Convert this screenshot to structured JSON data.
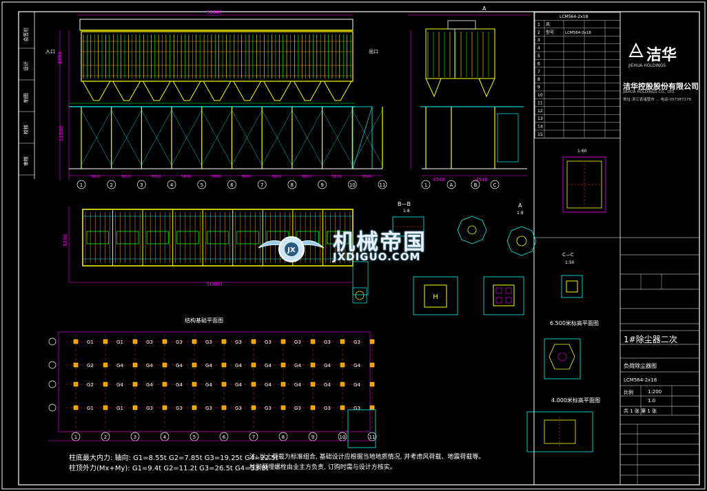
{
  "watermark": {
    "title": "机械帝国",
    "subtitle": "JXDIGUO.COM"
  },
  "company": {
    "logo_text": "洁华",
    "logo_sub": "JIEHUA HOLDINGS",
    "name": "洁华控股股份有限公司",
    "name_en": "JIEHUA HOLDINGS CO., LTD.",
    "address": "地址:浙江省诸暨市 ... 电话:057387278"
  },
  "parts_table": {
    "header": "LCM564-2x18",
    "rows": [
      {
        "no": "1",
        "name": "风",
        "spec": "",
        "qty": ""
      },
      {
        "no": "2",
        "name": "型号",
        "spec": "LCM564-2x18",
        "qty": ""
      },
      {
        "no": "3",
        "name": "",
        "spec": "",
        "qty": ""
      },
      {
        "no": "4",
        "name": "",
        "spec": "",
        "qty": ""
      },
      {
        "no": "5",
        "name": "",
        "spec": "",
        "qty": ""
      },
      {
        "no": "6",
        "name": "",
        "spec": "",
        "qty": ""
      },
      {
        "no": "7",
        "name": "",
        "spec": "",
        "qty": ""
      },
      {
        "no": "8",
        "name": "",
        "spec": "",
        "qty": ""
      },
      {
        "no": "9",
        "name": "",
        "spec": "",
        "qty": ""
      },
      {
        "no": "10",
        "name": "",
        "spec": "",
        "qty": ""
      },
      {
        "no": "11",
        "name": "",
        "spec": "",
        "qty": ""
      },
      {
        "no": "12",
        "name": "",
        "spec": "",
        "qty": ""
      },
      {
        "no": "13",
        "name": "",
        "spec": "",
        "qty": ""
      },
      {
        "no": "14",
        "name": "",
        "spec": "",
        "qty": ""
      },
      {
        "no": "15",
        "name": "",
        "spec": "",
        "qty": ""
      }
    ]
  },
  "title_block": {
    "project": "1#除尘器二次",
    "drawing_name": "负荷除尘器图",
    "drawing_no": "LCM564-2x18",
    "scale_label": "比例",
    "scale": "1:200",
    "weight": "1.0",
    "sheet": "共 1 张 第 1 张"
  },
  "view_labels": {
    "section_bb": "B—B",
    "section_bb_scale": "1:8",
    "section_a": "A",
    "section_a_scale": "1:8",
    "section_cc": "C—C",
    "section_cc_scale": "1:50",
    "detail_scale_60": "1:60",
    "foundation_plan": "结构基础平面图",
    "level_6500": "6.500米标高平面图",
    "level_4000": "4.000米标高平面图",
    "side_view_label": "A",
    "arrow_label_1": "入口",
    "arrow_label_2": "出口"
  },
  "axis_numbers": [
    "1",
    "2",
    "3",
    "4",
    "5",
    "6",
    "7",
    "8",
    "9",
    "10",
    "11"
  ],
  "axis_letters_right": [
    "A",
    "B",
    "C"
  ],
  "foundation_labels": [
    "G1",
    "G2",
    "G3",
    "G4"
  ],
  "dimensions": {
    "bay": "5600",
    "total_length": "50800",
    "height_top": "8950",
    "height_bottom": "11500",
    "right_side_1": "4540",
    "right_side_2": "4540",
    "width": "5230"
  },
  "notes": {
    "line1": "柱底最大内力: 轴向: G1=8.55t G2=7.85t G3=19.25t G4=22.5t",
    "line2": "柱顶外力(Mx+My): G1=9.4t G2=11.2t G3=26.5t G4=33.8t",
    "line3": "注: 以上荷载为标准组合, 基础设计应根据当地地质情况, 并考虑风荷载、地震荷载等。",
    "line4": "柱脚预埋螺栓由业主方负责, 订购时需与设计方核实。"
  },
  "left_strip": [
    "会签栏",
    "设计",
    "制图",
    "校核",
    "审核"
  ],
  "colors": {
    "yellow": "#ffff00",
    "magenta": "#ff00ff",
    "cyan": "#00ffff",
    "green": "#00ff00",
    "white": "#ffffff",
    "red": "#ff3030",
    "orange": "#ff9900"
  }
}
